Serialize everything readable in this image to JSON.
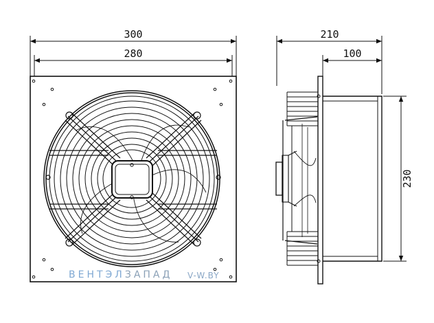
{
  "dimensions": {
    "front_outer_width": "300",
    "front_inner_width": "280",
    "side_total_depth": "210",
    "side_motor_depth": "100",
    "side_height": "230"
  },
  "watermark": {
    "brand_part1": "ВЕНТЭЛ",
    "brand_part2": "ЗАПАД",
    "site": "V-W.BY"
  },
  "colors": {
    "line": "#111111",
    "brand_part1": "#7fa8d3",
    "brand_part2": "#8aa0b6",
    "site": "#8aa7c6"
  }
}
